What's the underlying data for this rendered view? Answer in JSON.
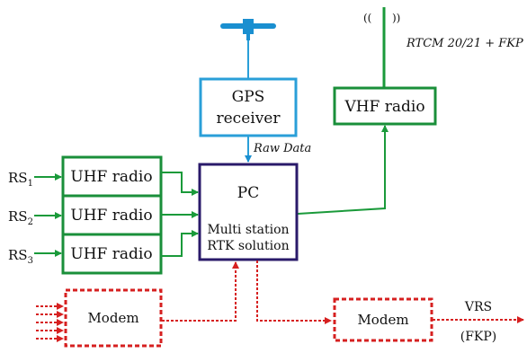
{
  "gps": {
    "line1": "GPS",
    "line2": "receiver"
  },
  "raw_data": "Raw Data",
  "vhf": {
    "label": "VHF radio",
    "output": "RTCM 20/21 + FKP",
    "wave_left": "((",
    "wave_right": "))"
  },
  "uhf": [
    {
      "station": "RS",
      "sub": "1",
      "label": "UHF radio"
    },
    {
      "station": "RS",
      "sub": "2",
      "label": "UHF radio"
    },
    {
      "station": "RS",
      "sub": "3",
      "label": "UHF radio"
    }
  ],
  "pc": {
    "title": "PC",
    "line1": "Multi station",
    "line2": "RTK solution"
  },
  "modem_in": {
    "label": "Modem"
  },
  "modem_out": {
    "label": "Modem"
  },
  "vrs": {
    "line1": "VRS",
    "line2": "(FKP)"
  },
  "colors": {
    "gps_box": "#2a9fd8",
    "antenna": "#1a8fd0",
    "uhf_box": "#1a8f3a",
    "vhf_box": "#1a8f3a",
    "green_line": "#1a9a3a",
    "pc_box": "#2a1a6a",
    "modem": "#d62020",
    "arrow_blue": "#1a8fd0"
  }
}
